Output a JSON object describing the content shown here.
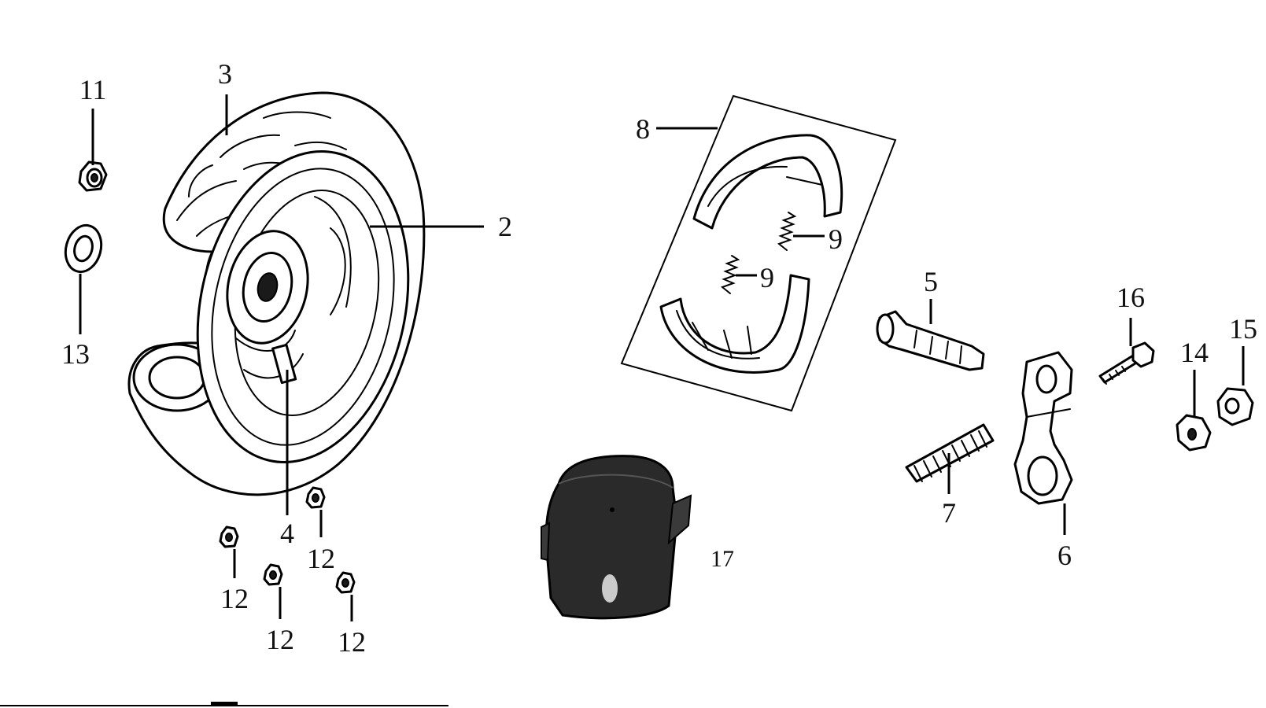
{
  "diagram": {
    "callouts": {
      "c2": "2",
      "c3": "3",
      "c4": "4",
      "c5": "5",
      "c6": "6",
      "c7": "7",
      "c8": "8",
      "c9a": "9",
      "c9b": "9",
      "c11": "11",
      "c12a": "12",
      "c12b": "12",
      "c12c": "12",
      "c12d": "12",
      "c13": "13",
      "c14": "14",
      "c15": "15",
      "c16": "16",
      "c17": "17"
    }
  }
}
